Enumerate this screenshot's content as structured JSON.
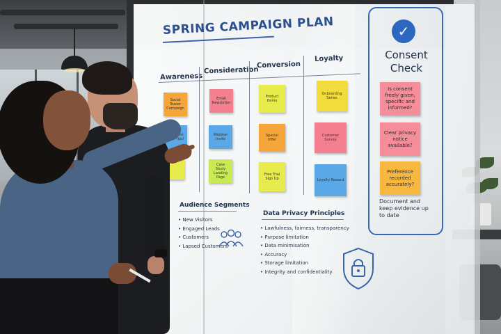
{
  "board": {
    "title": "SPRING CAMPAIGN PLAN",
    "columns": [
      "Awareness",
      "Consideration",
      "Conversion",
      "Loyalty"
    ],
    "stickies": {
      "awareness": [
        "Social Teaser Campaign",
        "Blog Post On 5 Tips!"
      ],
      "consideration": [
        "Email Newsletter",
        "Webinar Invite",
        "Case Study Landing Page"
      ],
      "conversion": [
        "Product Demo",
        "Special Offer",
        "Free Trial Sign Up"
      ],
      "loyalty": [
        "Onboarding Series",
        "Customer Survey",
        "Loyalty Reward"
      ]
    },
    "audience": {
      "title": "Audience Segments",
      "items": [
        "New Visitors",
        "Engaged Leads",
        "Customers",
        "Lapsed Customers"
      ]
    },
    "privacy": {
      "title": "Data Privacy Principles",
      "items": [
        "Lawfulness, fairness, transparency",
        "Purpose limitation",
        "Data minimisation",
        "Accuracy",
        "Storage limitation",
        "Integrity and confidentiality"
      ]
    },
    "consent": {
      "title_line1": "Consent",
      "title_line2": "Check",
      "notes": [
        "Is consent freely given, specific and informed?",
        "Clear privacy notice available?",
        "Preference recorded accurately?"
      ],
      "footer": "Document and keep evidence up to date"
    }
  },
  "icons": {
    "check": "✓",
    "people": "people-group-icon",
    "shield": "shield-lock-icon"
  },
  "colors": {
    "marker_blue": "#2c4f8f",
    "sticky_orange": "#f6a53a",
    "sticky_pink": "#f47f8f",
    "sticky_yellow": "#e7ec4c",
    "sticky_blue": "#5aa9e6"
  }
}
